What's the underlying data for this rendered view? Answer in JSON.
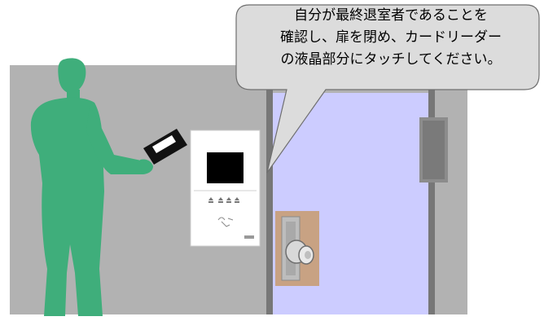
{
  "speech_bubble": {
    "lines": [
      "自分が最終退室者であることを",
      "確認し、扉を閉め、カードリーダー",
      "の液晶部分にタッチしてください。"
    ]
  },
  "colors": {
    "wall": "#b2b2b2",
    "door": "#ccccff",
    "person": "#3fae7b",
    "frame": "#777777",
    "plate": "#c8a283",
    "bubble_fill": "#dcdcdc"
  },
  "icons": {
    "person": "person-silhouette",
    "card": "access-card",
    "reader": "card-reader-panel",
    "knob": "door-knob",
    "handle": "door-handle"
  }
}
